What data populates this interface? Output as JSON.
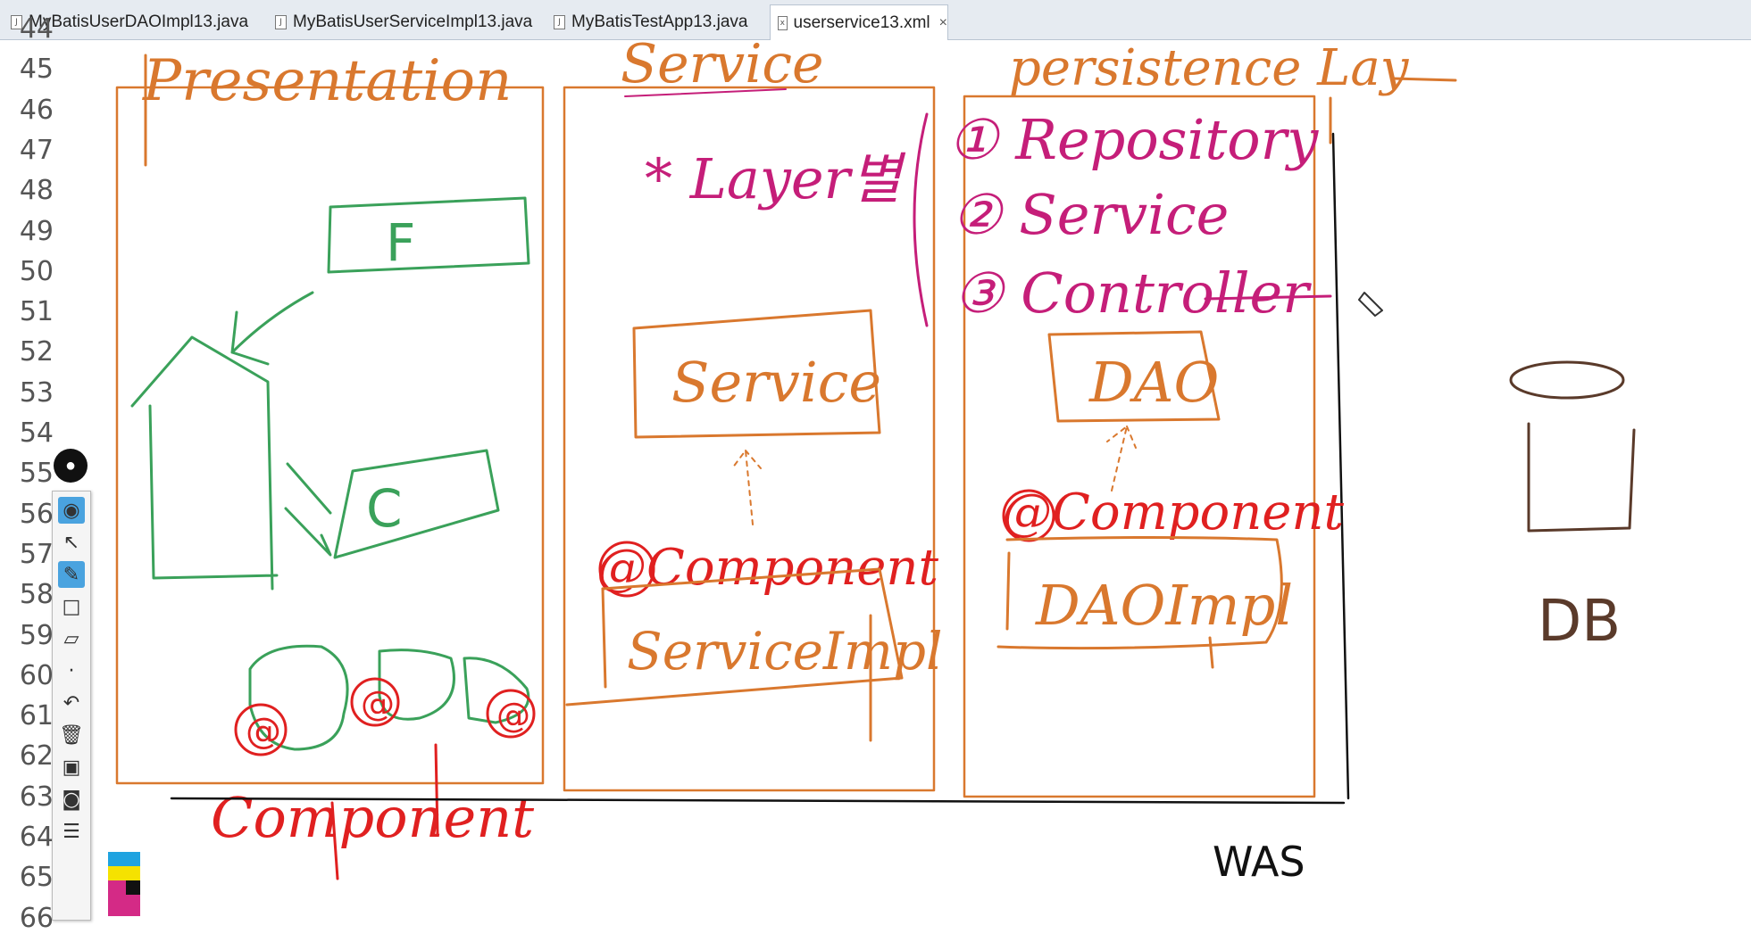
{
  "tabs": [
    {
      "label": "MyBatisUserDAOImpl13.java",
      "icon": "J"
    },
    {
      "label": "MyBatisUserServiceImpl13.java",
      "icon": "J"
    },
    {
      "label": "MyBatisTestApp13.java",
      "icon": "J"
    },
    {
      "label": "userservice13.xml",
      "icon": "x",
      "close": "×"
    }
  ],
  "line_numbers": [
    "44",
    "45",
    "46",
    "47",
    "48",
    "49",
    "50",
    "51",
    "52",
    "53",
    "54",
    "55",
    "56",
    "57",
    "58",
    "59",
    "60",
    "61",
    "62",
    "63",
    "64",
    "65",
    "66"
  ],
  "sketch": {
    "presentation": "Presentation",
    "service": "Service",
    "persistence": "persistence Lay",
    "f": "F",
    "c": "C",
    "component_left": "Component",
    "at1": "@",
    "at2": "@",
    "at3": "@",
    "layers_note": "* Layer별",
    "service_box": "Service",
    "component_mid": "@Component",
    "serviceimpl": "ServiceImpl",
    "item1": "① Repository",
    "item2": "② Service",
    "item3": "③ Controller",
    "dao": "DAO",
    "component_right": "@Component",
    "daoimpl": "DAOImpl",
    "db": "DB",
    "was": "WAS"
  },
  "colors": {
    "orange": "#d9782e",
    "green": "#3aa15a",
    "red": "#e02020",
    "magenta": "#c51e79",
    "brown": "#5a3a2a",
    "black": "#111111"
  },
  "toolbar": {
    "pin": "pin-icon",
    "tools": [
      "eye-icon",
      "pointer-icon",
      "pen-icon",
      "rectangle-icon",
      "eraser-icon",
      "dot-icon",
      "undo-icon",
      "trash-icon",
      "screen-icon",
      "camera-icon",
      "clipboard-icon"
    ],
    "palette": [
      "#1fa3e0",
      "#f5e200",
      "#d42a86",
      "#111111"
    ]
  }
}
